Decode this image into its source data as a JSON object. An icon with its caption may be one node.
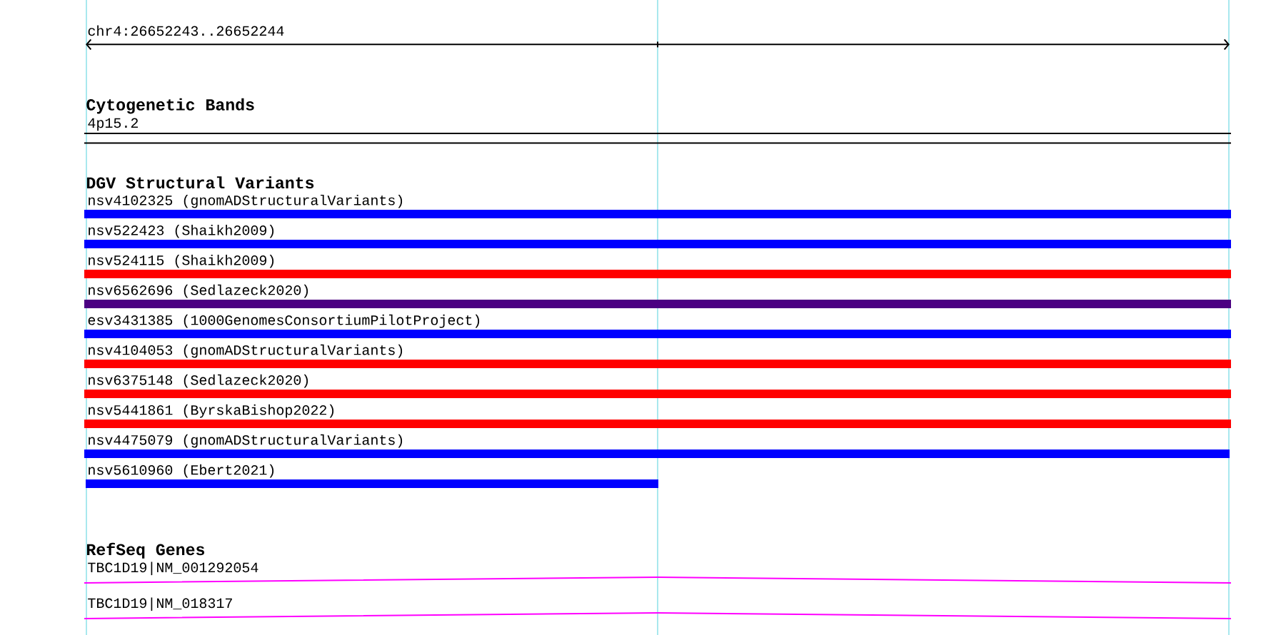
{
  "diagram": {
    "labels": [
      "chr4:26652243..26652244",
      "Cytogenetic Bands",
      "4p15.2",
      "DGV Structural Variants",
      "nsv4102325 (gnomADStructuralVariants)",
      "nsv522423 (Shaikh2009)",
      "nsv524115 (Shaikh2009)",
      "nsv6562696 (Sedlazeck2020)",
      "esv3431385 (1000GenomesConsortiumPilotProject)",
      "nsv4104053 (gnomADStructuralVariants)",
      "nsv6375148 (Sedlazeck2020)",
      "nsv5441861 (ByrskaBishop2022)",
      "nsv4475079 (gnomADStructuralVariants)",
      "nsv5610960 (Ebert2021)",
      "RefSeq Genes",
      "TBC1D19|NM_001292054",
      "TBC1D19|NM_018317"
    ]
  }
}
